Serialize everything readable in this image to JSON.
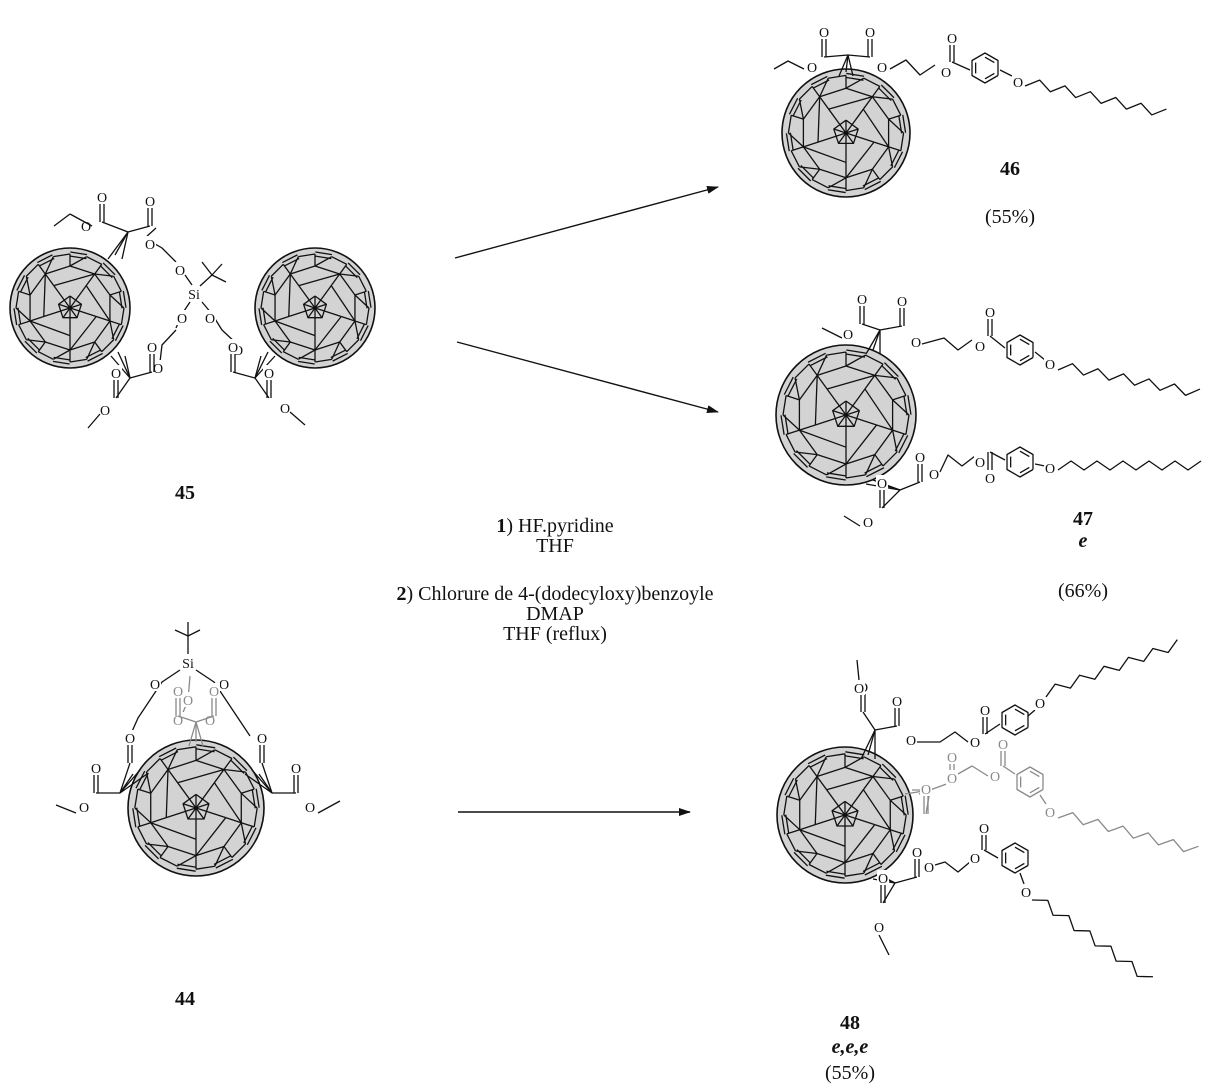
{
  "compounds": {
    "c45": {
      "number": "45"
    },
    "c44": {
      "number": "44"
    },
    "c46": {
      "number": "46",
      "yield": "(55%)"
    },
    "c47": {
      "number": "47",
      "isomer": "e",
      "yield": "(66%)"
    },
    "c48": {
      "number": "48",
      "isomer": "e,e,e",
      "yield": "(55%)"
    }
  },
  "conditions": {
    "step1_num": "1",
    "step1_reagent": ") HF.pyridine",
    "step1_solvent": "THF",
    "step2_num": "2",
    "step2_reagent": ") Chlorure de 4-(dodecyloxy)benzoyle",
    "step2_catalyst": "DMAP",
    "step2_solvent": "THF (reflux)"
  },
  "atoms": {
    "oxygen": "O",
    "silicon": "Si"
  },
  "colors": {
    "ink": "#111111",
    "fullerene_fill": "#d3d3d3",
    "grey_branch": "#8a8a8a"
  }
}
